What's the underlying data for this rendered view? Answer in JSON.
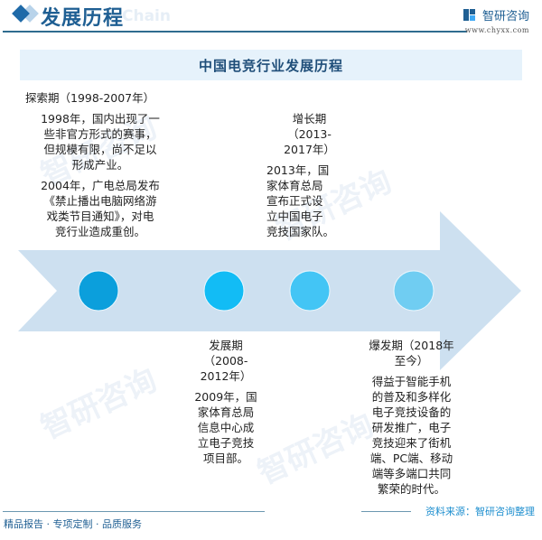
{
  "header": {
    "title": "发展历程",
    "ghost_text": "Chain",
    "brand_name": "智研咨询",
    "brand_url": "www.chyxx.com"
  },
  "main": {
    "title": "中国电竞行业发展历程",
    "colors": {
      "arrow": "#cde0f0",
      "title_bar": "#e6f2fb",
      "dot_1": "#0b9fdc",
      "dot_2": "#12bcf5",
      "dot_3": "#43c5f5",
      "dot_4": "#70cdf2"
    },
    "phases": [
      {
        "name": "探索期（1998-2007年）",
        "events": [
          "1998年，国内出现了一些非官方形式的赛事，但规模有限，尚不足以形成产业。",
          "2004年，广电总局发布《禁止播出电脑网络游戏类节目通知》，对电竞行业造成重创。"
        ],
        "position": "above"
      },
      {
        "name": "发展期（2008-2012年）",
        "events": [
          "2009年，国家体育总局信息中心成立电子竞技项目部。"
        ],
        "position": "below"
      },
      {
        "name": "增长期（2013-2017年）",
        "events": [
          "2013年，国家体育总局宣布正式设立中国电子竞技国家队。"
        ],
        "position": "above"
      },
      {
        "name": "爆发期（2018年至今）",
        "events": [
          "得益于智能手机的普及和多样化电子竞技设备的研发推广，电子竞技迎来了街机端、PC端、移动端等多端口共同繁荣的时代。"
        ],
        "position": "below"
      }
    ],
    "phase_lines": {
      "p1_name": "探索期（1998-2007年）",
      "p1_e1": [
        "1998年，国内出现了一",
        "些非官方形式的赛事，",
        "但规模有限，尚不足以",
        "形成产业。"
      ],
      "p1_e2": [
        "2004年，广电总局发布",
        "《禁止播出电脑网络游",
        "戏类节目通知》，对电",
        "竞行业造成重创。"
      ],
      "p2_name": [
        "发展期",
        "（2008-",
        "2012年）"
      ],
      "p2_e1": [
        "2009年，国",
        "家体育总局",
        "信息中心成",
        "立电子竞技",
        "项目部。"
      ],
      "p3_name": [
        "增长期",
        "（2013-",
        "2017年）"
      ],
      "p3_e1": [
        "2013年，国",
        "家体育总局",
        "宣布正式设",
        "立中国电子",
        "竞技国家队。"
      ],
      "p4_name": [
        "爆发期（2018年",
        "至今）"
      ],
      "p4_e1": [
        "得益于智能手机",
        "的普及和多样化",
        "电子竞技设备的",
        "研发推广，电子",
        "竞技迎来了街机",
        "端、PC端、移动",
        "端等多端口共同",
        "繁荣的时代。"
      ]
    }
  },
  "footer": {
    "left": "精品报告 · 专项定制 · 品质服务",
    "right": "资料来源：智研咨询整理"
  }
}
